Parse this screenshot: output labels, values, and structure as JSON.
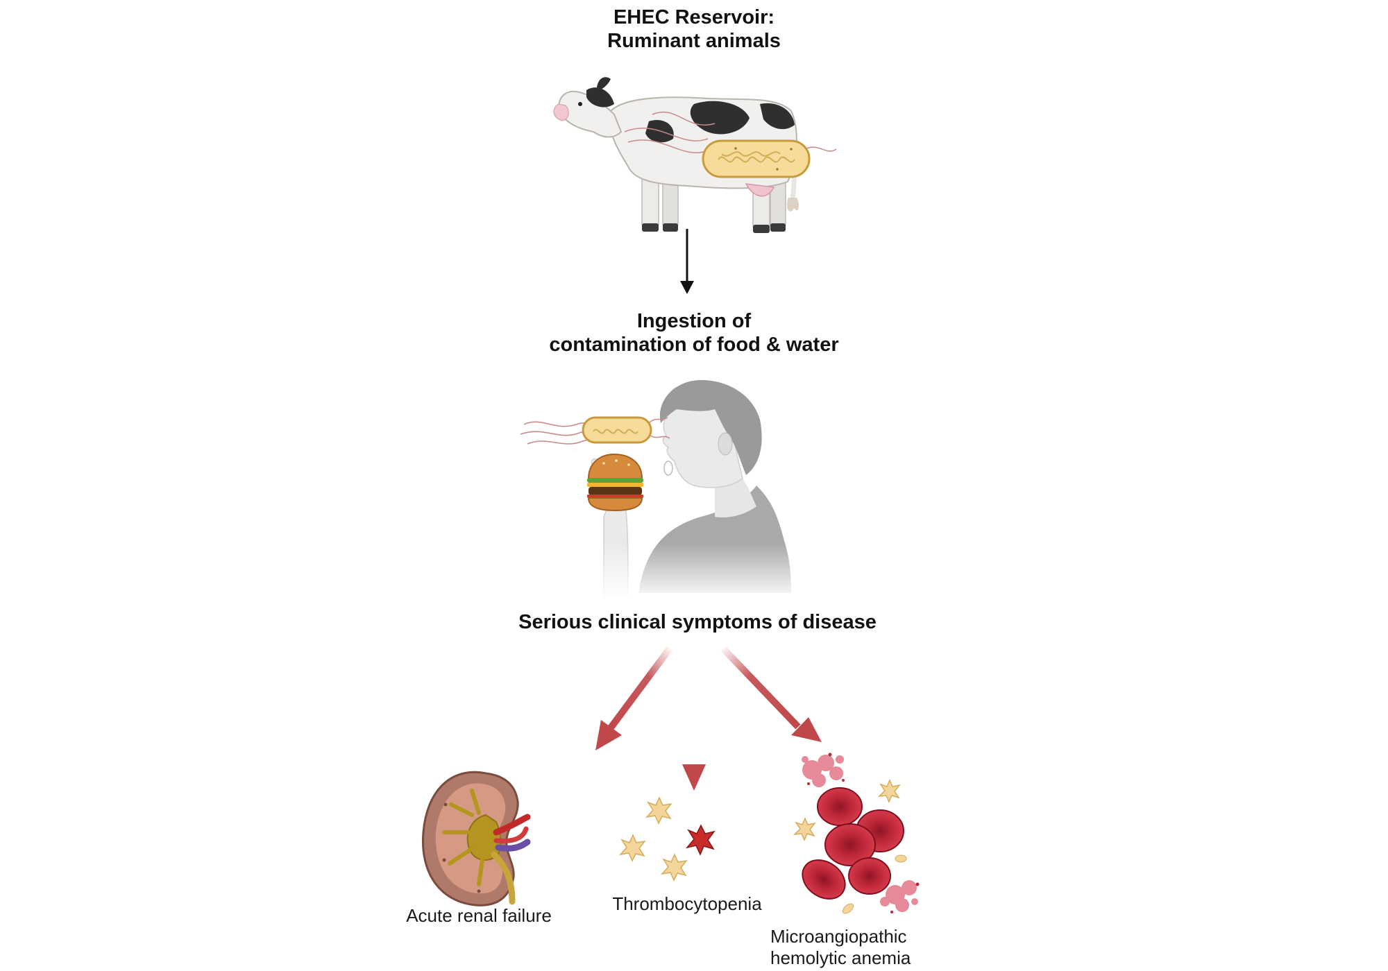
{
  "reservoir": {
    "title_line1": "EHEC Reservoir:",
    "title_line2": "Ruminant animals"
  },
  "ingestion": {
    "title_line1": "Ingestion of",
    "title_line2": "contamination of food & water"
  },
  "symptoms": {
    "title": "Serious clinical symptoms of disease",
    "items": [
      {
        "label": "Acute renal failure",
        "icon": "kidney-icon"
      },
      {
        "label": "Thrombocytopenia",
        "icon": "platelets-icon"
      },
      {
        "label_line1": "Microangiopathic",
        "label_line2": "hemolytic anemia",
        "icon": "red-blood-cells-icon"
      }
    ]
  },
  "colors": {
    "arrow_black": "#111111",
    "arrow_red": "#c0474a",
    "bacterium_fill": "#f6dc98",
    "bacterium_stroke": "#c79a3b",
    "kidney": "#b77a6a",
    "rbc": "#c0283a",
    "platelet": "#f3d49a"
  }
}
